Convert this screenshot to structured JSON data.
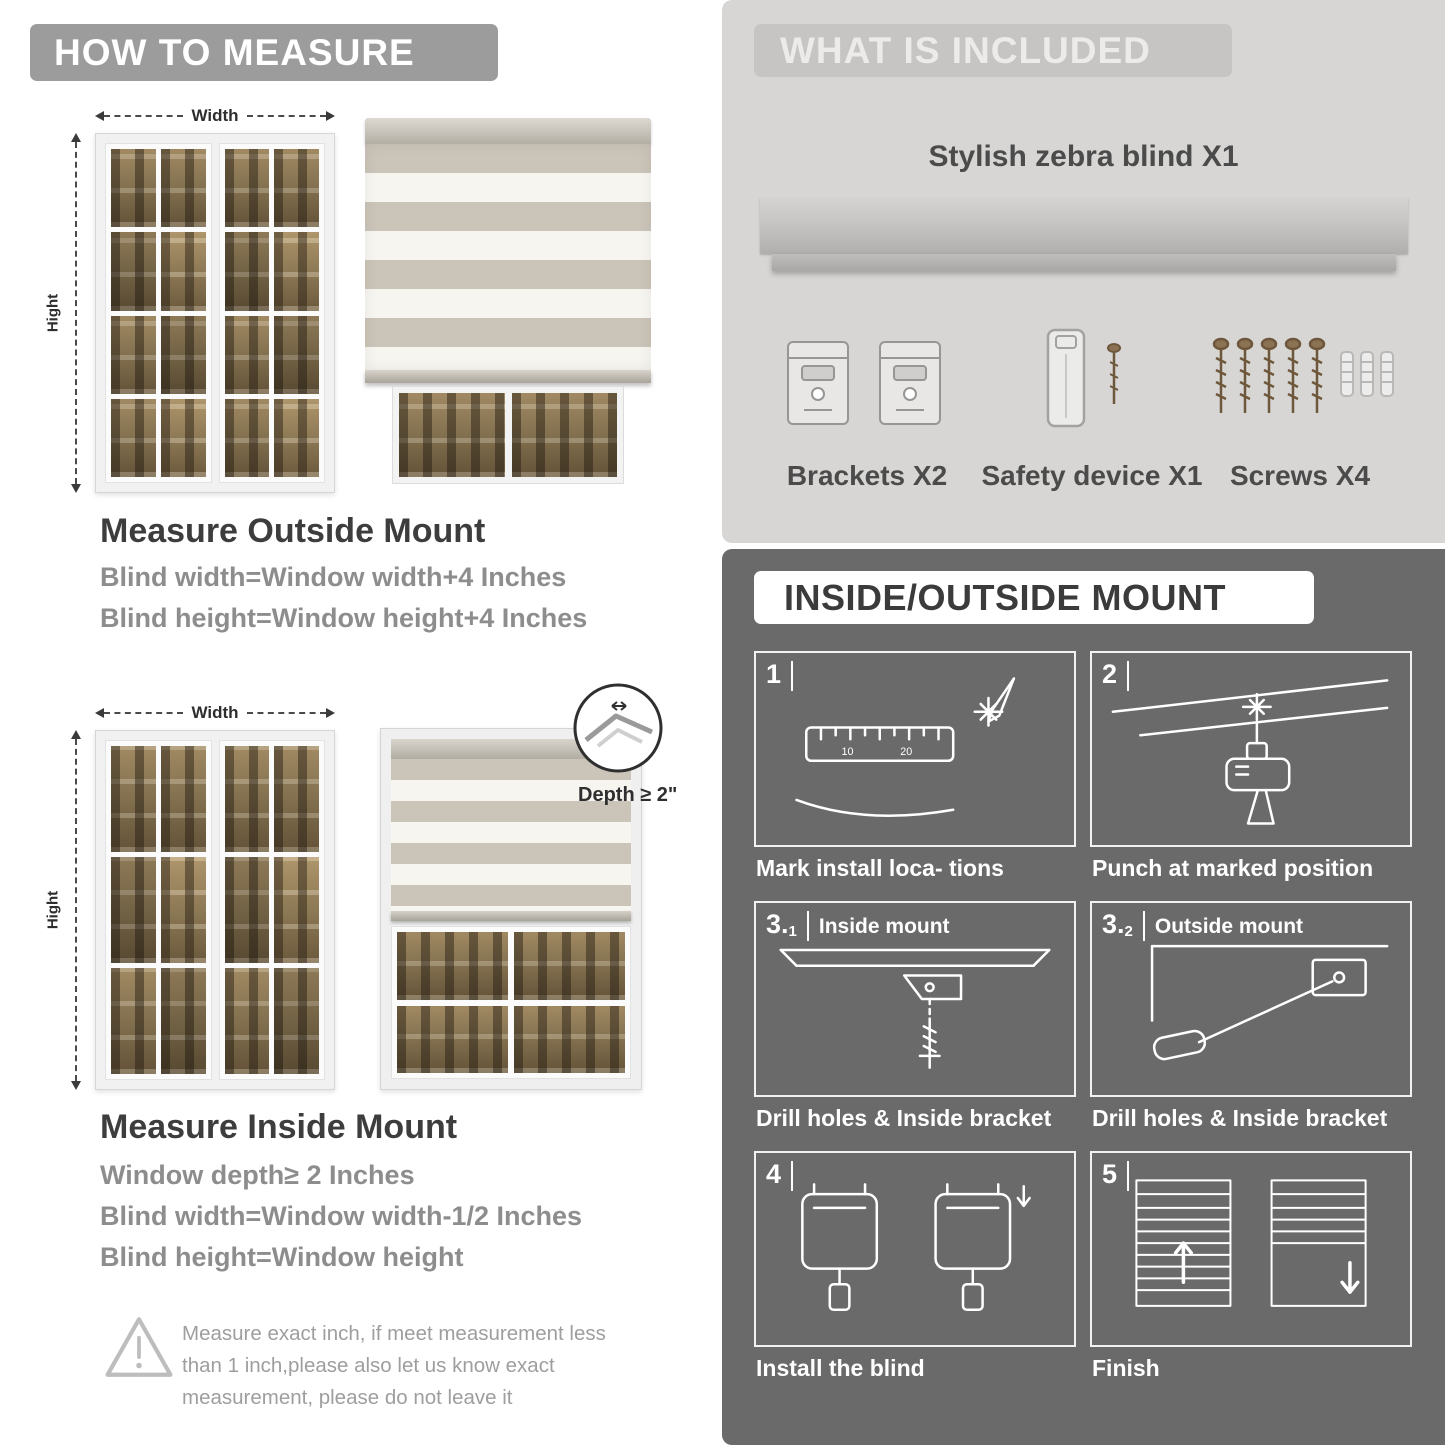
{
  "measure": {
    "header": "HOW TO MEASURE",
    "outside": {
      "width_label": "Width",
      "height_label": "Hight",
      "title": "Measure Outside Mount",
      "lines": [
        "Blind width=Window width+4 Inches",
        "Blind height=Window height+4 Inches"
      ]
    },
    "inside": {
      "width_label": "Width",
      "height_label": "Hight",
      "depth_label": "Depth ≥ 2\"",
      "title": "Measure Inside Mount",
      "lines": [
        "Window depth≥ 2 Inches",
        "Blind width=Window width-1/2 Inches",
        "Blind height=Window height"
      ]
    },
    "warning_text": "Measure exact inch, if meet measurement less than 1 inch,please also let us know exact measurement, please do not leave it"
  },
  "included": {
    "header": "WHAT IS INCLUDED",
    "product_label": "Stylish zebra blind X1",
    "items": [
      {
        "name": "brackets",
        "label": "Brackets X2"
      },
      {
        "name": "safety-device",
        "label": "Safety device X1"
      },
      {
        "name": "screws",
        "label": "Screws X4"
      }
    ]
  },
  "mount": {
    "header": "INSIDE/OUTSIDE MOUNT",
    "steps": [
      {
        "num": "1",
        "sub": "",
        "label": "",
        "caption": "Mark install loca- tions"
      },
      {
        "num": "2",
        "sub": "",
        "label": "",
        "caption": "Punch at  marked position"
      },
      {
        "num": "3.",
        "sub": "1",
        "label": "Inside mount",
        "caption": "Drill holes &  Inside bracket"
      },
      {
        "num": "3.",
        "sub": "2",
        "label": "Outside mount",
        "caption": "Drill holes &  Inside bracket"
      },
      {
        "num": "4",
        "sub": "",
        "label": "",
        "caption": "Install the blind"
      },
      {
        "num": "5",
        "sub": "",
        "label": "",
        "caption": "Finish"
      }
    ]
  },
  "colors": {
    "header_gray": "#9c9c9c",
    "light_panel": "#d7d6d4",
    "dark_panel": "#6a6a6a",
    "title_dark": "#3d3d3d",
    "body_gray": "#8d8d8d"
  }
}
